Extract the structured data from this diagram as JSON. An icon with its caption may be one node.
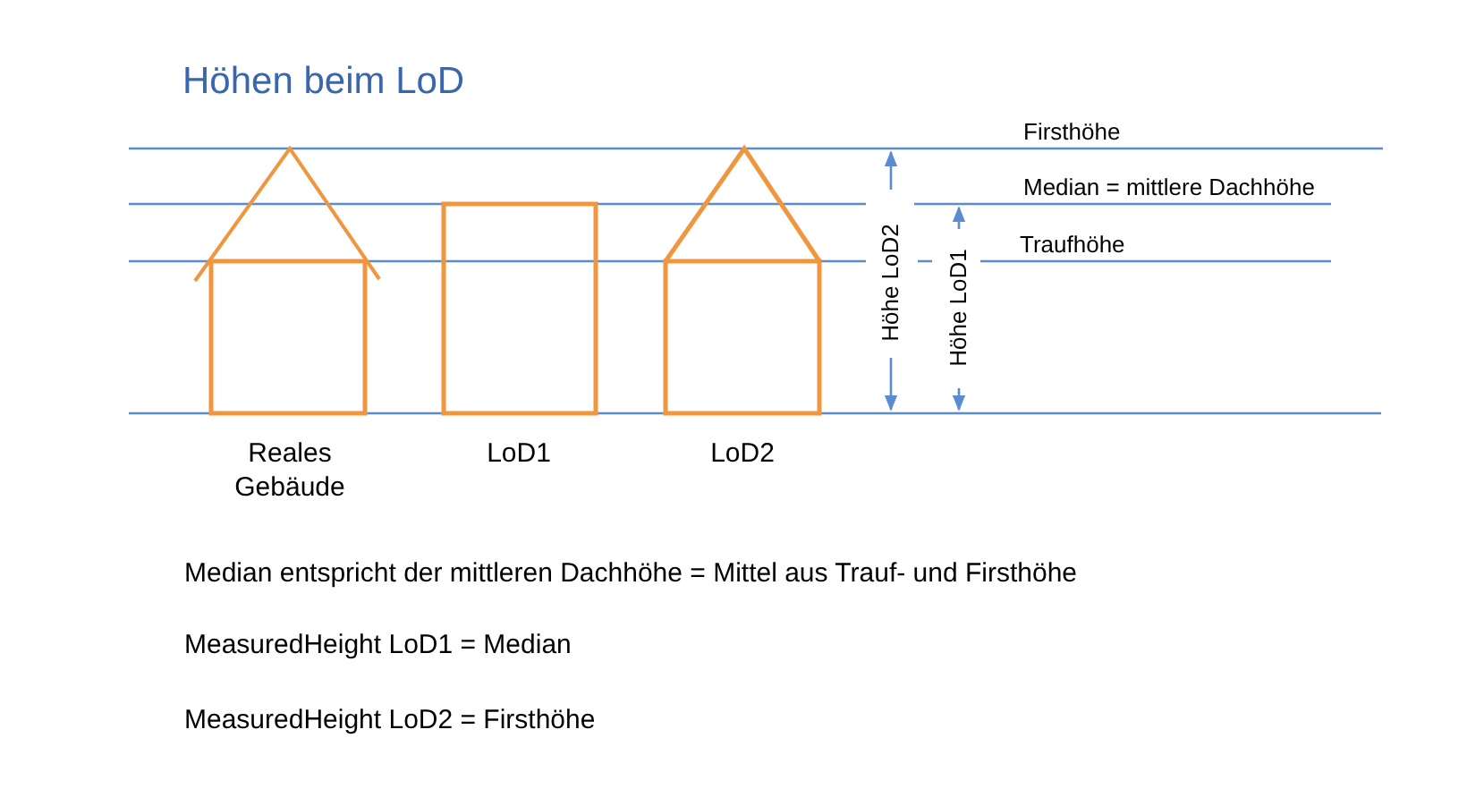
{
  "diagram": {
    "title": "Höhen beim LoD",
    "labels": [
      "Firsthöhe",
      "Median = mittlere Dachhöhe",
      "Traufhöhe",
      "Höhe LoD2",
      "Höhe LoD1",
      "Reales Gebäude",
      "LoD1",
      "LoD2",
      "Median entspricht der mittleren Dachhöhe = Mittel aus Trauf- und Firsthöhe",
      "MeasuredHeight LoD1 = Median",
      "MeasuredHeight LoD2 = Firsthöhe"
    ]
  }
}
